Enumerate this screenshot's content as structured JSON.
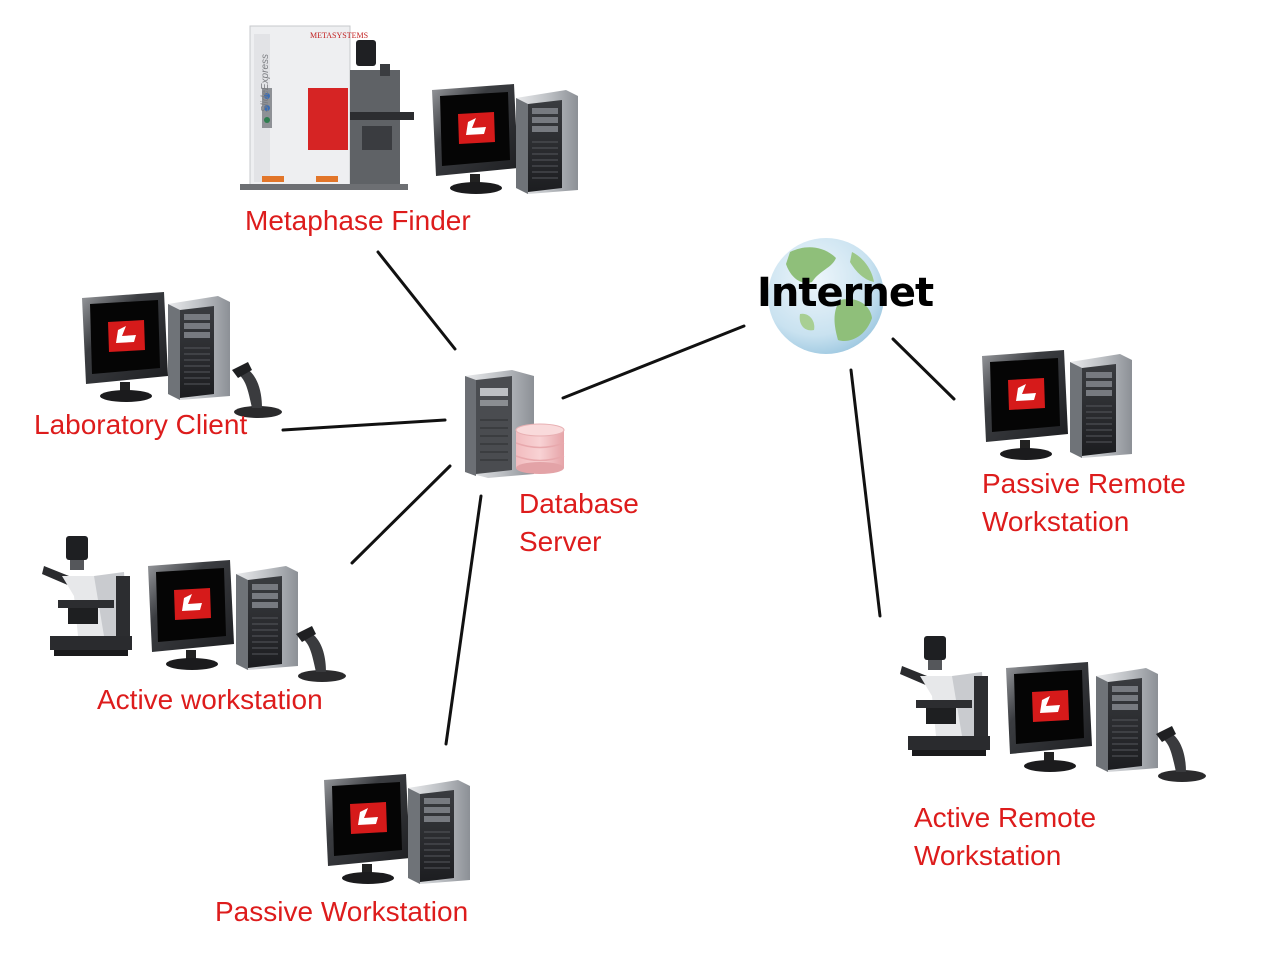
{
  "colors": {
    "label": "#dd1c1c",
    "line": "#111111",
    "logo": "#d61a1a",
    "internet_text": "#000000"
  },
  "internet": {
    "label": "Internet",
    "icon": "globe-icon"
  },
  "nodes": {
    "metaphase_finder": {
      "label": "Metaphase Finder",
      "machine_text": "SlideExpress",
      "machine_brand": "METASYSTEMS",
      "icons": [
        "slide-scanner-icon",
        "monitor-icon",
        "pc-tower-icon"
      ]
    },
    "laboratory_client": {
      "label": "Laboratory Client",
      "icons": [
        "monitor-icon",
        "pc-tower-icon",
        "barcode-scanner-icon"
      ]
    },
    "database_server": {
      "label": "Database\nServer",
      "icons": [
        "server-tower-icon",
        "database-icon"
      ]
    },
    "active_workstation": {
      "label": "Active workstation",
      "icons": [
        "microscope-icon",
        "monitor-icon",
        "pc-tower-icon",
        "barcode-scanner-icon"
      ]
    },
    "passive_workstation": {
      "label": "Passive Workstation",
      "icons": [
        "monitor-icon",
        "pc-tower-icon"
      ]
    },
    "passive_remote_workstation": {
      "label": "Passive Remote\nWorkstation",
      "icons": [
        "monitor-icon",
        "pc-tower-icon"
      ]
    },
    "active_remote_workstation": {
      "label": "Active Remote\nWorkstation",
      "icons": [
        "microscope-icon",
        "monitor-icon",
        "pc-tower-icon",
        "barcode-scanner-icon"
      ]
    }
  },
  "connections": [
    [
      "database_server",
      "metaphase_finder"
    ],
    [
      "database_server",
      "laboratory_client"
    ],
    [
      "database_server",
      "active_workstation"
    ],
    [
      "database_server",
      "passive_workstation"
    ],
    [
      "database_server",
      "internet"
    ],
    [
      "internet",
      "passive_remote_workstation"
    ],
    [
      "internet",
      "active_remote_workstation"
    ]
  ]
}
